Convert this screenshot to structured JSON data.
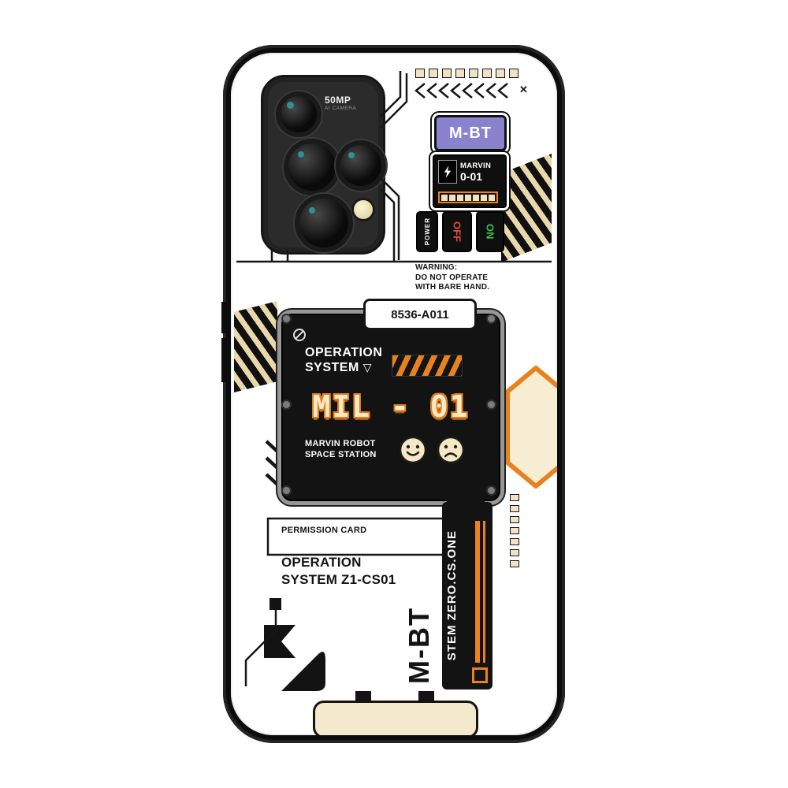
{
  "camera": {
    "mp": "50MP",
    "sub": "AI CAMERA"
  },
  "top_badge": {
    "label": "M-BT"
  },
  "marvin_badge": {
    "name": "MARVIN",
    "code": "0-01"
  },
  "power_module": {
    "power": "POWER",
    "off": "OFF",
    "on": "ON"
  },
  "warning": {
    "line1": "WARNING:",
    "line2": "DO NOT OPERATE",
    "line3": "WITH BARE HAND."
  },
  "main_panel": {
    "serial": "8536-A011",
    "os_line1": "OPERATION",
    "os_line2": "SYSTEM",
    "triangle_glyph": "▽",
    "model": "MIL - 01",
    "sub_line1": "MARVIN ROBOT",
    "sub_line2": "SPACE STATION"
  },
  "permission": {
    "label": "PERMISSION CARD",
    "os_line1": "OPERATION",
    "os_line2": "SYSTEM Z1-CS01"
  },
  "bottom": {
    "mbt_vertical": "M-BT",
    "stem_text": "STEM ZERO.CS.ONE"
  },
  "glyphs": {
    "close": "✕"
  },
  "colors": {
    "accent_orange": "#e8821e",
    "badge_purple": "#8b82ce",
    "cream": "#f2e4b8",
    "stripe_tan": "#e8d8ac",
    "off_red": "#e64a3c",
    "on_green": "#38c24d",
    "ink_black": "#131313"
  }
}
